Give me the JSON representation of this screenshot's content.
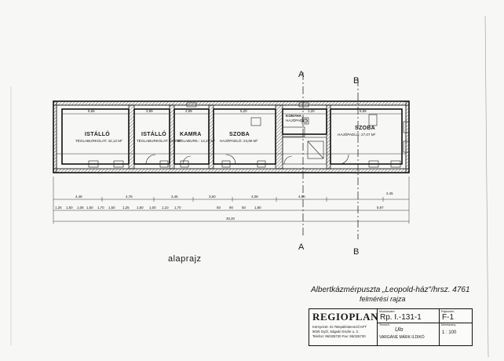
{
  "rooms": [
    {
      "name": "ISTÁLLÓ",
      "sub": "TÉGLABURKOLAT: 42,12 M²"
    },
    {
      "name": "ISTÁLLÓ",
      "sub": "TÉGLABURKOLAT: 19,6 M²"
    },
    {
      "name": "KAMRA",
      "sub": "TÉGLABURK.: 14,25 M²"
    },
    {
      "name": "SZOBA",
      "sub": "HAJÓPADLÓ: 24,86 M²"
    },
    {
      "name": "KONYHA",
      "sub": "HAJÓPADLÓ"
    },
    {
      "name": "SZOBA",
      "sub": "HAJÓPADLÓ: 27,07 M²"
    }
  ],
  "top_dims": [
    "5,65",
    "2,89",
    "2,89",
    "5,20",
    "1,20",
    "5,59"
  ],
  "chain1": [
    "4,48",
    "4,78",
    "3,45",
    "3,60",
    "4,08",
    "4,60",
    "2,45"
  ],
  "chain2": [
    "1,25",
    "1,50",
    "1,06",
    "1,50",
    "1,70",
    "1,50",
    "1,25",
    "1,50",
    "1,00",
    "1,10",
    "1,70",
    "50",
    "90",
    "50",
    "1,80",
    "5,97"
  ],
  "overall": "30,20",
  "section_labels": [
    "A",
    "B",
    "A",
    "B"
  ],
  "caption": "alaprajz",
  "title_line1": "Albertkázmérpuszta „Leopold-ház\"/hrsz. 4761",
  "title_line2": "felmérési rajza",
  "titleblock": {
    "brand": "REGIOPLAN",
    "line1": "Környezet- és Településtervező KFT",
    "line2": "9026 Győr, Ságvári Endre u. 3.",
    "line3": "Telefon: 96/326720  Fax: 96/326720",
    "drawing_no_label": "Munkaszám:",
    "drawing_no": "Rp. I.-131-1",
    "sheet_label": "Rajzszám:",
    "sheet": "F-1",
    "author_label": "Tervező:",
    "author_sign": "Ulo",
    "author_name": "VARGÁNÉ MÁRK ILDIKÓ",
    "scale_label": "Méretarány:",
    "scale": "1 : 100"
  }
}
